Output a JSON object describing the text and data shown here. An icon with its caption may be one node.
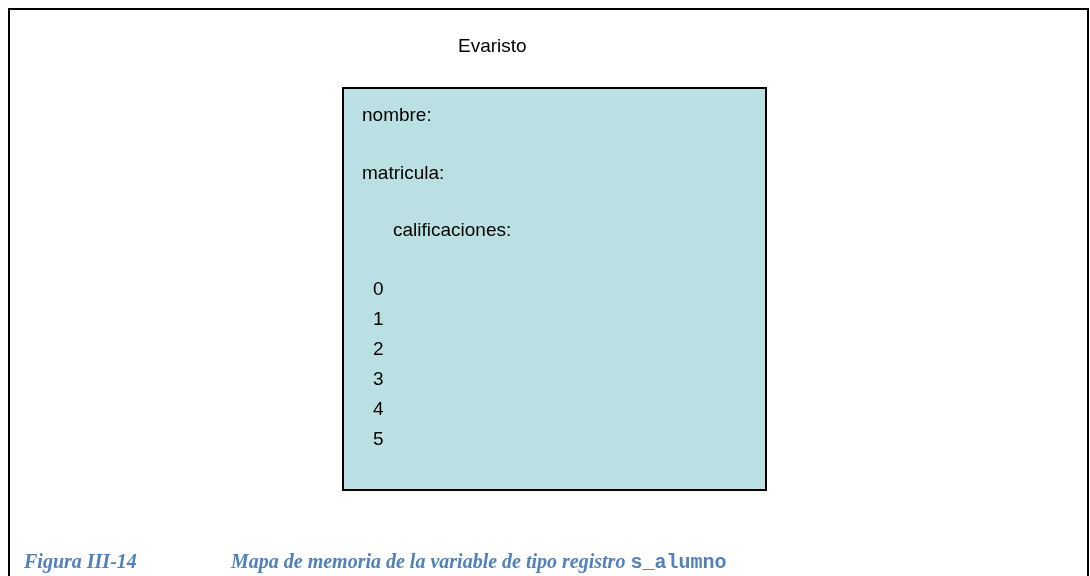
{
  "diagram": {
    "caption": "Mapa de memoria de la variable de tipo registro **s_alumno**",
    "nodes": [
      {
        "text": [
          "Evaristo",
          "nombre:",
          "matricula:",
          "calificaciones:",
          "0",
          "1",
          "2",
          "3",
          "4",
          "5"
        ]
      }
    ],
    "labels": [
      "Figura III-14"
    ]
  }
}
